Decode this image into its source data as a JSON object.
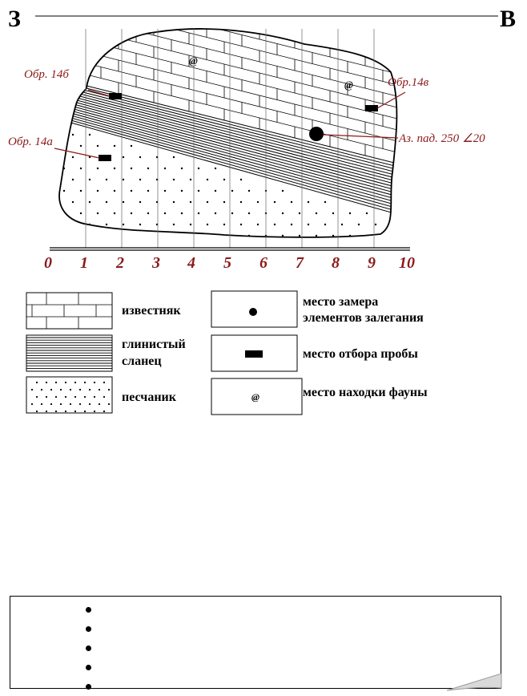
{
  "directions": {
    "west": "З",
    "east": "В"
  },
  "samples": [
    {
      "id": "a",
      "label": "Обр. 14а"
    },
    {
      "id": "b",
      "label": "Обр. 14б"
    },
    {
      "id": "c",
      "label": "Обр.14в"
    }
  ],
  "measurement": {
    "label": "Аз. пад. 250",
    "angle_symbol": "∠",
    "angle": "20"
  },
  "scale": [
    "0",
    "1",
    "2",
    "3",
    "4",
    "5",
    "6",
    "7",
    "8",
    "9",
    "10"
  ],
  "fauna_symbol": "@",
  "legend": {
    "limestone": "известняк",
    "shale_line1": "глинистый",
    "shale_line2": "сланец",
    "sandstone": "песчаник",
    "bedding_line1": "место замера",
    "bedding_line2": "элементов залегания",
    "sampling": "место отбора пробы",
    "fauna": "место находки фауны"
  },
  "notes": [
    "",
    "",
    "",
    "",
    ""
  ],
  "colors": {
    "label": "#8b1a1a",
    "ink": "#000000"
  }
}
